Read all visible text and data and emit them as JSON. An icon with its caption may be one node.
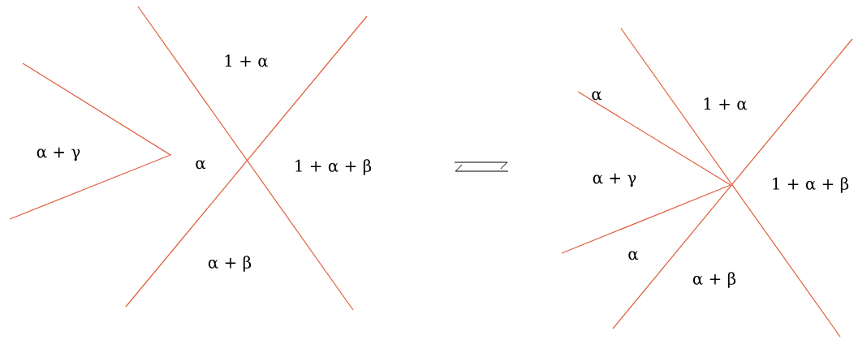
{
  "diagram": {
    "labels": [
      "1 + α",
      "α + γ",
      "α",
      "1 + α + β",
      "α + β",
      "α",
      "1 + α",
      "α + γ",
      "1 + α + β",
      "α",
      "α + β"
    ]
  }
}
